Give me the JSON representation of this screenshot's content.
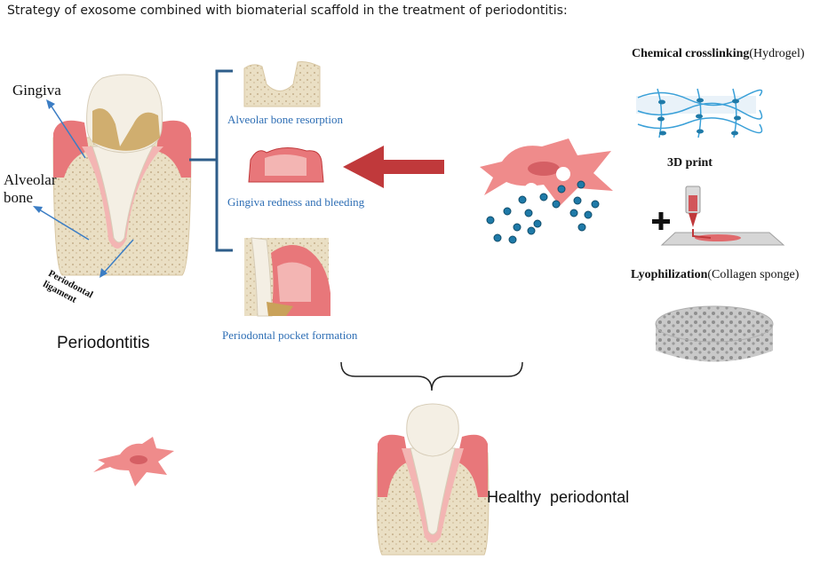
{
  "title": "Strategy of exosome combined with biomaterial scaffold in the treatment of periodontitis:",
  "left_tooth": {
    "label_gingiva": "Gingiva",
    "label_alveolar_line1": "Alveolar",
    "label_alveolar_line2": "bone",
    "label_ligament_line1": "Periodontal",
    "label_ligament_line2": "ligament",
    "caption": "Periodontitis"
  },
  "symptoms": [
    {
      "label": "Alveolar bone resorption"
    },
    {
      "label": "Gingiva redness and bleeding"
    },
    {
      "label": "Periodontal pocket formation"
    }
  ],
  "scaffolds": {
    "hydrogel_bold": "Chemical crosslinking",
    "hydrogel_paren": "(Hydrogel)",
    "print_label": "3D print",
    "lyo_bold": "Lyophilization",
    "lyo_paren": "(Collagen sponge)"
  },
  "result": {
    "caption": "Healthy  periodontal"
  },
  "colors": {
    "gum": "#e8777a",
    "gum_light": "#f3b5b3",
    "bone": "#e9dcc0",
    "enamel": "#f4efe4",
    "calculus": "#c9a25a",
    "arrow": "#c0393b",
    "bracket": "#2e5d8a",
    "pointer": "#3b7dc4",
    "exosome": "#1f7aa8",
    "cell": "#ef8b8b"
  }
}
